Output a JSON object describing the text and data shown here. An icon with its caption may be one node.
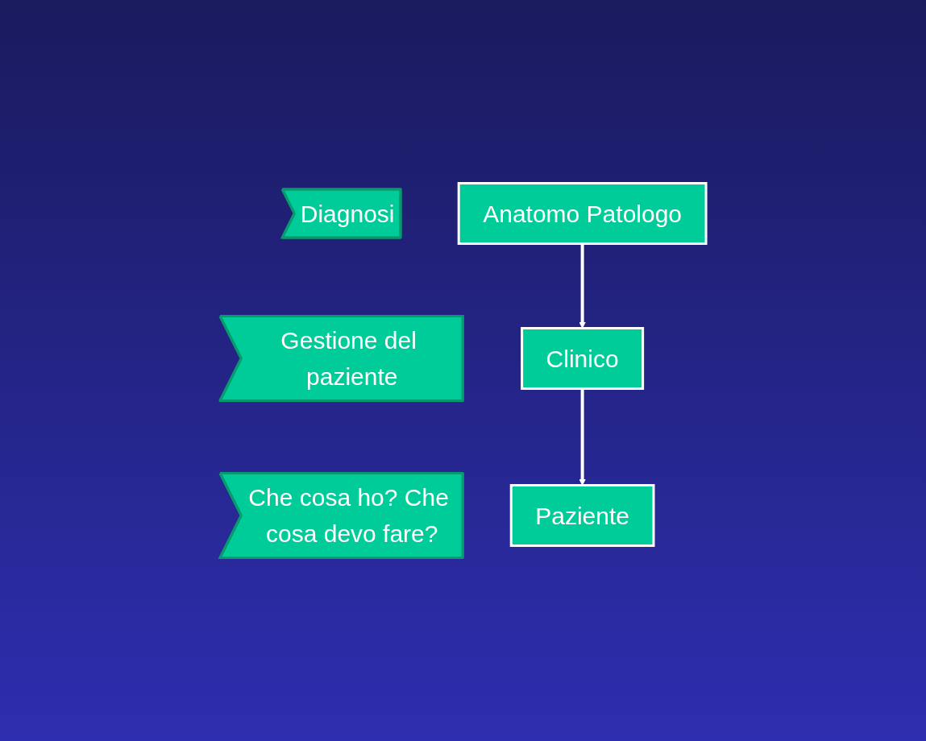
{
  "diagram": {
    "nodes": [
      {
        "text": [
          "Diagnosi"
        ]
      },
      {
        "text": [
          "Anatomo Patologo"
        ]
      },
      {
        "text": [
          "Gestione del paziente"
        ]
      },
      {
        "text": [
          "Clinico"
        ]
      },
      {
        "text": [
          "Che cosa ho? Che cosa devo fare?"
        ]
      },
      {
        "text": [
          "Paziente"
        ]
      }
    ],
    "edges": [
      {
        "from": 1,
        "to": 3,
        "arrow": "to"
      },
      {
        "from": 3,
        "to": 5,
        "arrow": "to"
      }
    ]
  }
}
